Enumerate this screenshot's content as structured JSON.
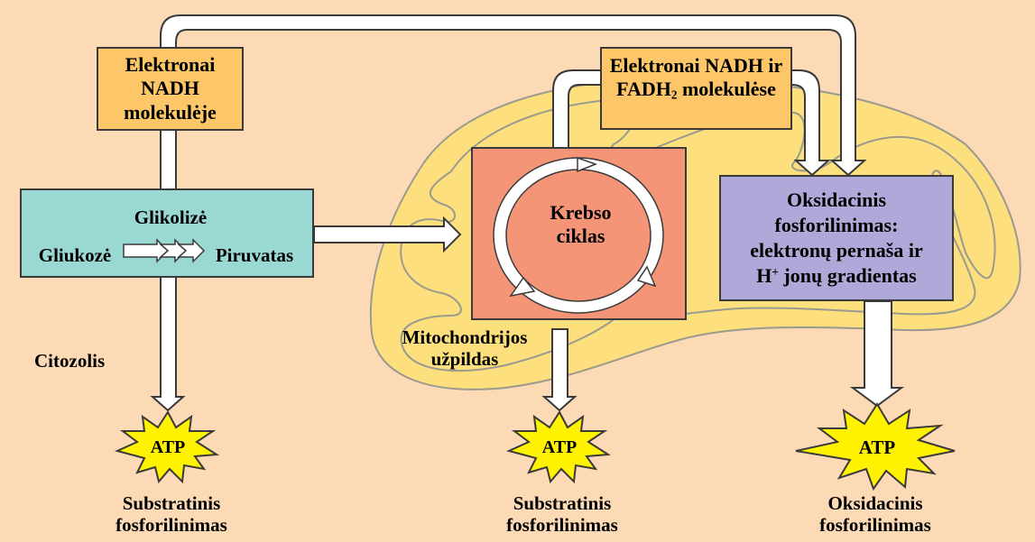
{
  "colors": {
    "background": "#FDDAB6",
    "mitochondrion": "#FDDF7E",
    "membrane_line": "#9a9a8e",
    "nadh_box": "#FDC769",
    "glycolysis_box": "#99D8D3",
    "krebs_box": "#F59578",
    "oxphos_box": "#B0A8D8",
    "atp_star": "#FFF200",
    "arrow_fill": "#FFFFFF",
    "outline": "#3a3a3a"
  },
  "nadh_cytosol": {
    "line1": "Elektronai",
    "line2": "NADH",
    "line3": "molekulėje"
  },
  "nadh_fadh": {
    "line1": "Elektronai NADH ir",
    "line2_pre": "FADH",
    "line2_sub": "2",
    "line2_post": " molekulėse"
  },
  "glycolysis": {
    "title": "Glikolizė",
    "from": "Gliukozė",
    "to": "Piruvatas"
  },
  "krebs": {
    "line1": "Krebso",
    "line2": "ciklas"
  },
  "oxphos": {
    "line1": "Oksidacinis",
    "line2": "fosforilinimas:",
    "line3": "elektronų pernaša ir",
    "line4_pre": "H",
    "line4_sup": "+",
    "line4_post": " jonų gradientas"
  },
  "regions": {
    "cytosol": "Citozolis",
    "matrix_line1": "Mitochondrijos",
    "matrix_line2": "užpildas"
  },
  "atp": [
    {
      "label": "ATP",
      "caption1": "Substratinis",
      "caption2": "fosforilinimas"
    },
    {
      "label": "ATP",
      "caption1": "Substratinis",
      "caption2": "fosforilinimas"
    },
    {
      "label": "ATP",
      "caption1": "Oksidacinis",
      "caption2": "fosforilinimas"
    }
  ]
}
